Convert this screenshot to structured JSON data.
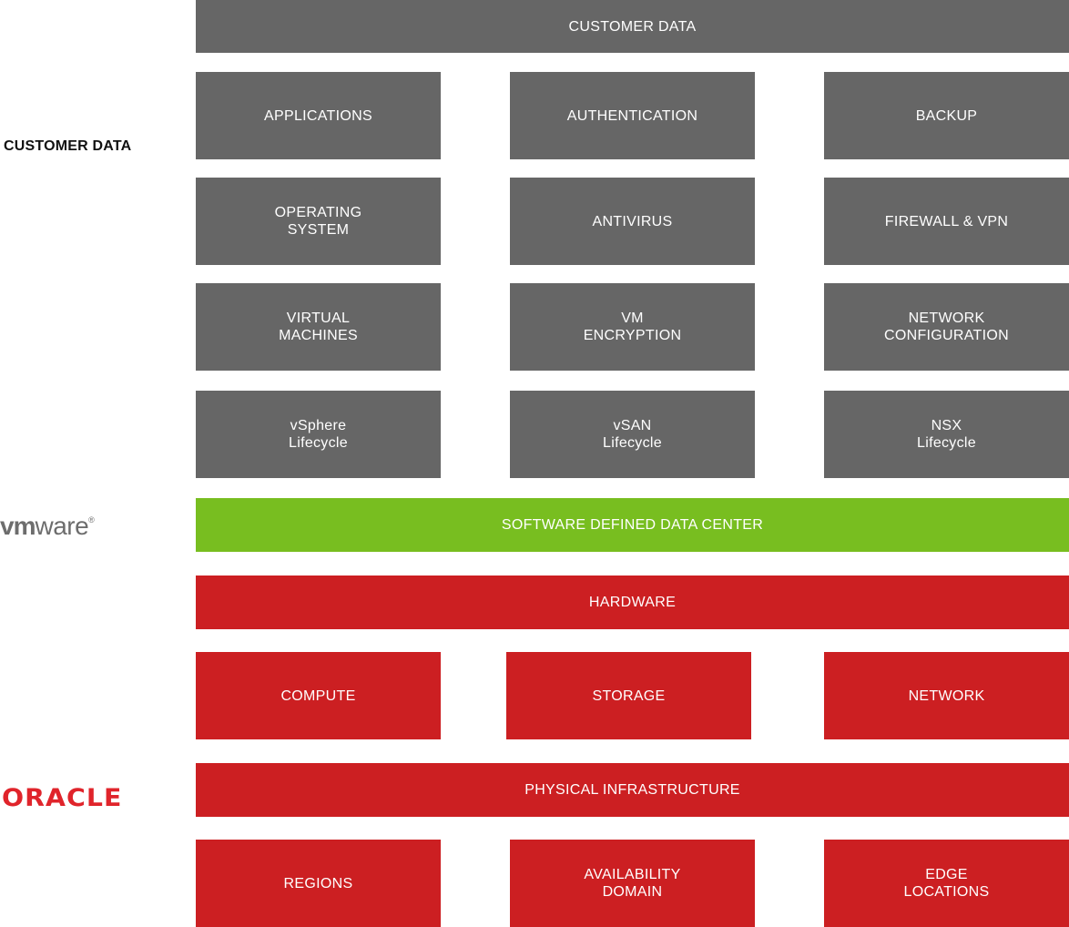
{
  "side": {
    "customer_label": "CUSTOMER DATA",
    "vmware_logo": {
      "part1": "vm",
      "part2": "ware",
      "mark": "®"
    },
    "oracle_logo": "ORACLE"
  },
  "colors": {
    "customer": "#666666",
    "vmware": "#78be20",
    "oracle": "#cc1f22"
  },
  "customer_layer": {
    "header": "CUSTOMER DATA",
    "rows": [
      [
        "APPLICATIONS",
        "AUTHENTICATION",
        "BACKUP"
      ],
      [
        "OPERATING\nSYSTEM",
        "ANTIVIRUS",
        "FIREWALL & VPN"
      ],
      [
        "VIRTUAL\nMACHINES",
        "VM\nENCRYPTION",
        "NETWORK\nCONFIGURATION"
      ],
      [
        "vSphere\nLifecycle",
        "vSAN\nLifecycle",
        "NSX\nLifecycle"
      ]
    ]
  },
  "vmware_layer": {
    "bar": "SOFTWARE DEFINED DATA CENTER"
  },
  "oracle_layer": {
    "hardware": "HARDWARE",
    "hardware_items": [
      "COMPUTE",
      "STORAGE",
      "NETWORK"
    ],
    "physical": "PHYSICAL INFRASTRUCTURE",
    "physical_items": [
      "REGIONS",
      "AVAILABILITY\nDOMAIN",
      "EDGE\nLOCATIONS"
    ]
  }
}
